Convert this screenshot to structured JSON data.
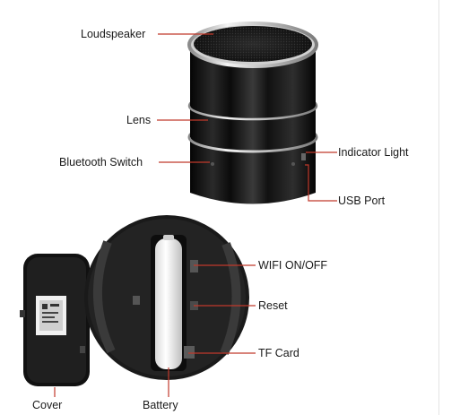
{
  "labels": {
    "loudspeaker": "Loudspeaker",
    "lens": "Lens",
    "bluetooth_switch": "Bluetooth Switch",
    "indicator_light": "Indicator Light",
    "usb_port": "USB Port",
    "wifi_on_off": "WIFI ON/OFF",
    "reset": "Reset",
    "tf_card": "TF Card",
    "cover": "Cover",
    "battery": "Battery"
  },
  "colors": {
    "leader_line": "#c0392b",
    "device_body": "#141414",
    "chrome_band": "#d8d8d8"
  }
}
